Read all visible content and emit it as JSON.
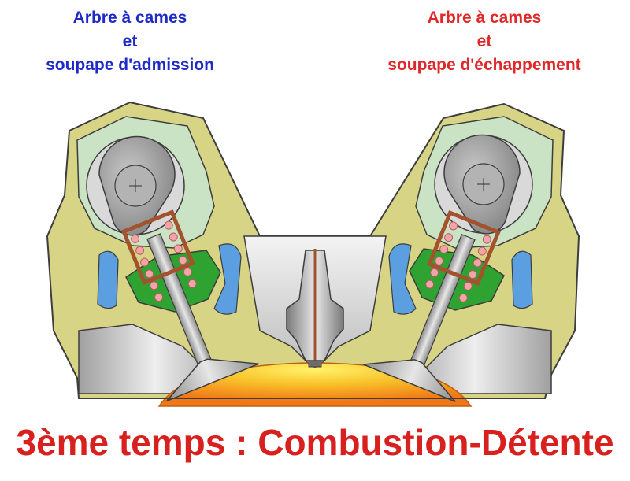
{
  "intake_label": {
    "line1": "Arbre à cames",
    "line2": "et",
    "line3": "soupape d'admission",
    "color": "#1f2bc6"
  },
  "exhaust_label": {
    "line1": "Arbre à cames",
    "line2": "et",
    "line3": "soupape d'échappement",
    "color": "#e0282a"
  },
  "caption": {
    "text": "3ème temps : Combustion-Détente",
    "color": "#d8201e"
  },
  "colors": {
    "head_casting": "#d8d486",
    "outline": "#3d3d3d",
    "water_jacket": "#c9e3c4",
    "cam": "#9e9e9e",
    "rocker": "#2fa331",
    "spring_dots": "#f2a5a8",
    "bucket": "#a2522c",
    "cooling": "#5c9fe0",
    "valve": "#a8a8a8",
    "flame": "#f6a31c",
    "spark_plug": "#8a8a8a"
  }
}
